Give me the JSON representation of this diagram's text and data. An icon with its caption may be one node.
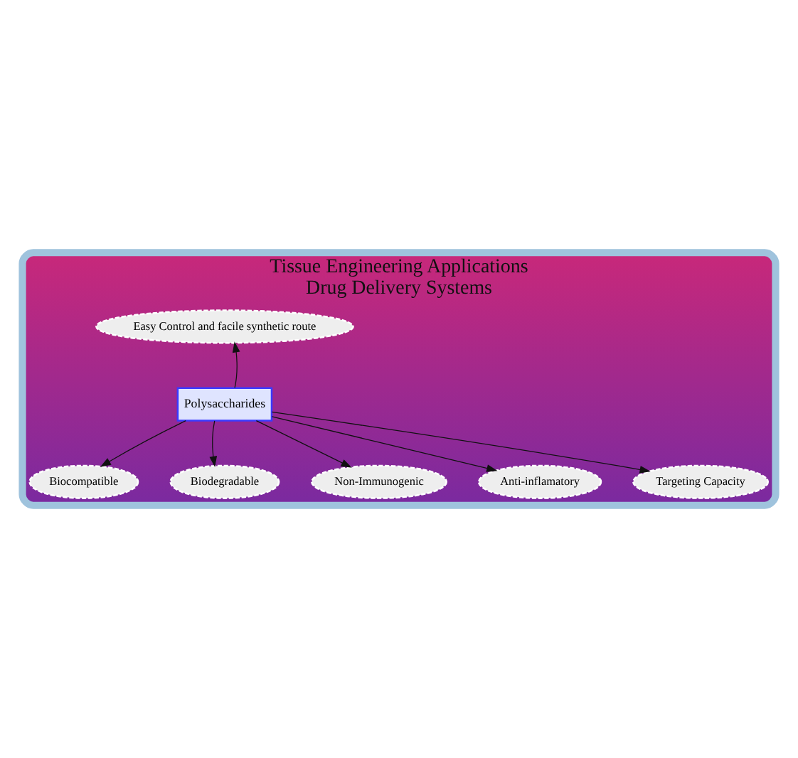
{
  "diagram": {
    "nodes": [
      {
        "text": [
          "Tissue Engineering Applications",
          "Drug Delivery Systems"
        ]
      },
      {
        "text": [
          "Easy Control and facile synthetic route"
        ],
        "in": 0
      },
      {
        "text": [
          "Biocompatible"
        ],
        "in": 0
      },
      {
        "text": [
          "Biodegradable"
        ],
        "in": 0
      },
      {
        "text": [
          "Polysaccharides"
        ],
        "in": 0
      },
      {
        "text": [
          "Non-Immunogenic"
        ],
        "in": 0
      },
      {
        "text": [
          "Anti-inflamatory"
        ],
        "in": 0
      },
      {
        "text": [
          "Targeting Capacity"
        ],
        "in": 0
      }
    ],
    "edges": [
      {
        "from": 4,
        "to": 1,
        "arrow": "to"
      },
      {
        "from": 4,
        "to": 2,
        "arrow": "to"
      },
      {
        "from": 4,
        "to": 3,
        "arrow": "to"
      },
      {
        "from": 4,
        "to": 5,
        "arrow": "to"
      },
      {
        "from": 4,
        "to": 6,
        "arrow": "to"
      },
      {
        "from": 4,
        "to": 7,
        "arrow": "to"
      }
    ]
  }
}
